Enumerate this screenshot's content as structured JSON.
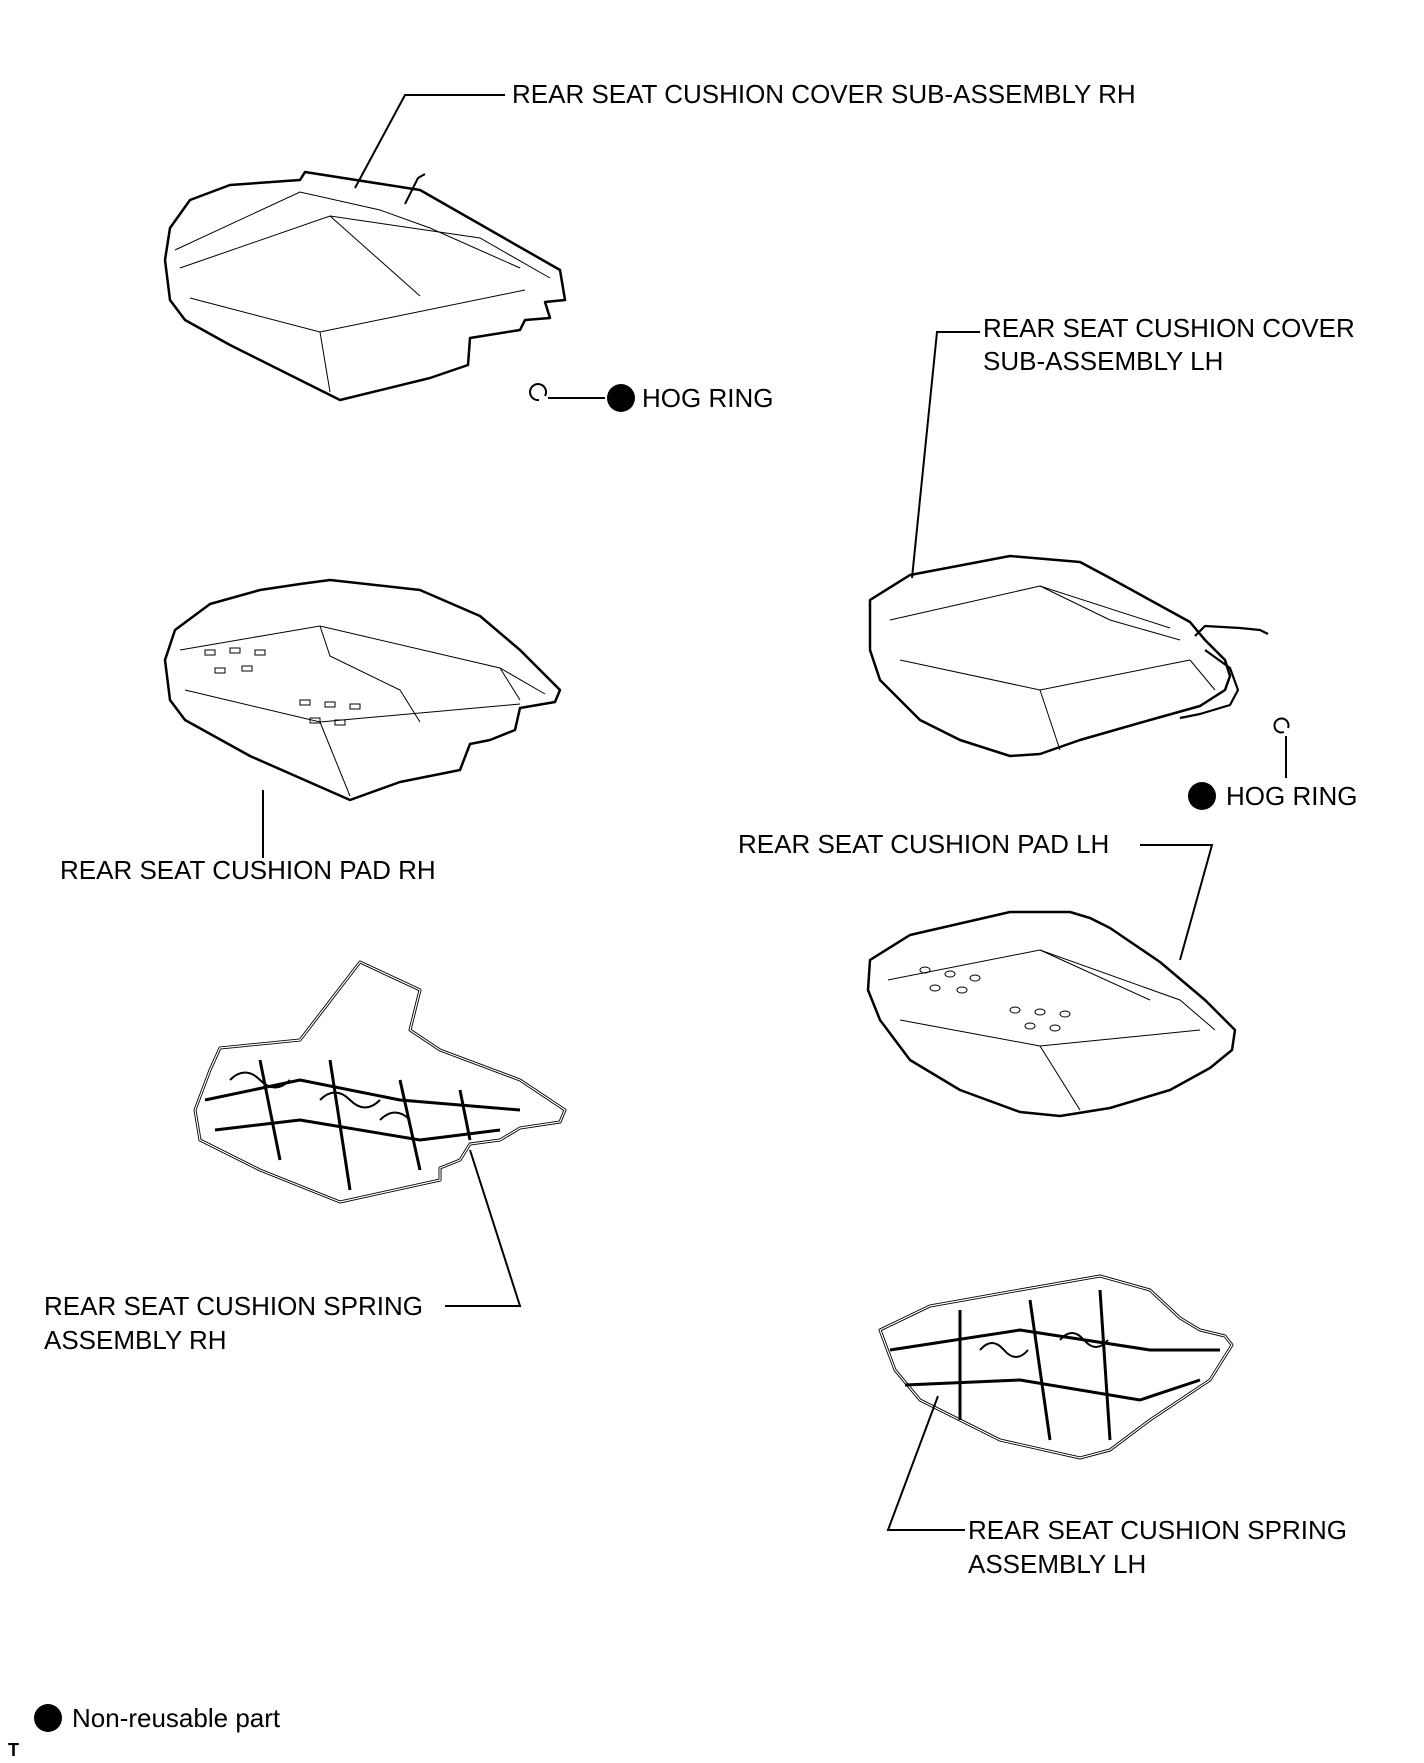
{
  "parts": {
    "cover_rh": "REAR SEAT CUSHION COVER SUB-ASSEMBLY RH",
    "cover_lh_line1": "REAR SEAT CUSHION COVER",
    "cover_lh_line2": "SUB-ASSEMBLY LH",
    "hog_ring_rh": "HOG RING",
    "hog_ring_lh": "HOG RING",
    "pad_rh": "REAR SEAT CUSHION PAD RH",
    "pad_lh": "REAR SEAT CUSHION PAD LH",
    "spring_rh_line1": "REAR SEAT CUSHION SPRING",
    "spring_rh_line2": "ASSEMBLY RH",
    "spring_lh_line1": "REAR SEAT CUSHION SPRING",
    "spring_lh_line2": "ASSEMBLY LH"
  },
  "legend": {
    "non_reusable": "Non-reusable part"
  },
  "corner_mark": "T",
  "colors": {
    "line": "#000000",
    "background": "#ffffff"
  }
}
